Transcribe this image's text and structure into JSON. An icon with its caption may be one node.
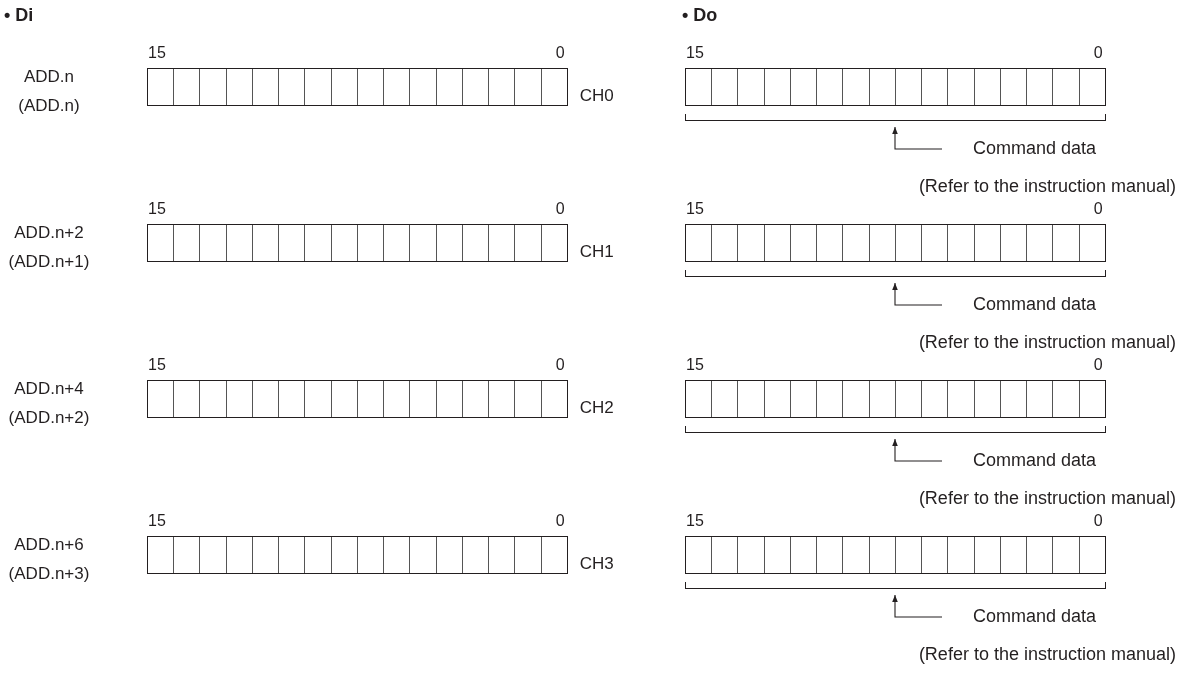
{
  "diagram": {
    "nodes": [
      {
        "text": [],
        "shape": "box",
        "beside": [
          "15",
          "0",
          "ADD.n (ADD.n)",
          "CH0"
        ]
      },
      {
        "text": [],
        "shape": "box",
        "beside": [
          "15",
          "0"
        ]
      },
      {
        "text": [
          "Command data",
          "(Refer to the instruction manual)"
        ]
      },
      {
        "text": [],
        "shape": "box",
        "beside": [
          "15",
          "0",
          "ADD.n+2 (ADD.n+1)",
          "CH1"
        ]
      },
      {
        "text": [],
        "shape": "box",
        "beside": [
          "15",
          "0"
        ]
      },
      {
        "text": [
          "Command data",
          "(Refer to the instruction manual)"
        ]
      },
      {
        "text": [],
        "shape": "box",
        "beside": [
          "15",
          "0",
          "ADD.n+4 (ADD.n+2)",
          "CH2"
        ]
      },
      {
        "text": [],
        "shape": "box",
        "beside": [
          "15",
          "0"
        ]
      },
      {
        "text": [
          "Command data",
          "(Refer to the instruction manual)"
        ]
      },
      {
        "text": [],
        "shape": "box",
        "beside": [
          "15",
          "0",
          "ADD.n+6 (ADD.n+3)",
          "CH3"
        ]
      },
      {
        "text": [],
        "shape": "box",
        "beside": [
          "15",
          "0"
        ]
      },
      {
        "text": [
          "Command data",
          "(Refer to the instruction manual)"
        ]
      }
    ],
    "edges": [
      {
        "from": 2,
        "to": 1,
        "arrow": "to"
      },
      {
        "from": 5,
        "to": 4,
        "arrow": "to"
      },
      {
        "from": 8,
        "to": 7,
        "arrow": "to"
      },
      {
        "from": 11,
        "to": 10,
        "arrow": "to"
      }
    ],
    "labels": [
      "• Di",
      "• Do"
    ]
  }
}
